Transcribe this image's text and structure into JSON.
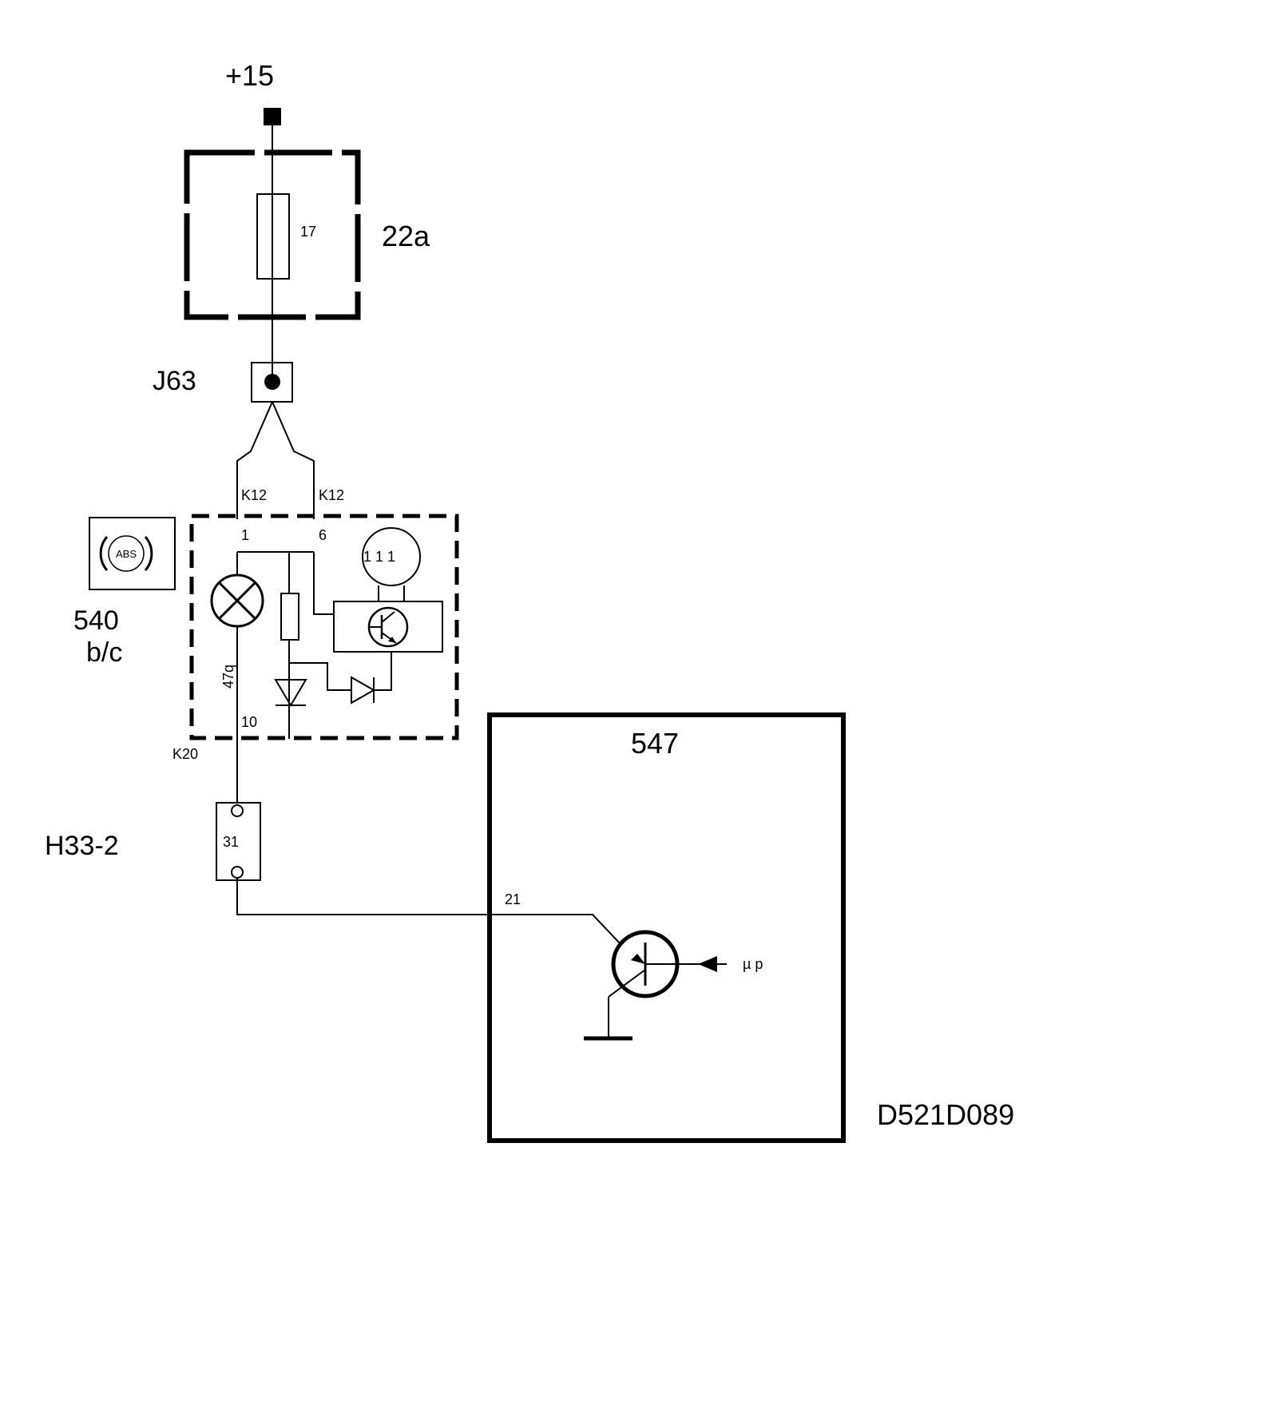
{
  "supply": {
    "label": "+15"
  },
  "fuse_box": {
    "id": "22a",
    "fuse_number": "17"
  },
  "connector_j63": {
    "id": "J63"
  },
  "cluster": {
    "id": "540",
    "variant": "b/c",
    "warning_lamp_text": "ABS",
    "pins": {
      "k12_left": "K12",
      "k12_right": "K12",
      "pin1": "1",
      "pin6": "6",
      "pin10": "10",
      "k20": "K20",
      "lamp_wire": "47q"
    },
    "gauge_text": "1 1 1"
  },
  "connector_h33": {
    "id": "H33-2",
    "pin": "31"
  },
  "control_unit": {
    "id": "547",
    "pin": "21",
    "input_label": "µ p"
  },
  "drawing_number": "D521D089"
}
